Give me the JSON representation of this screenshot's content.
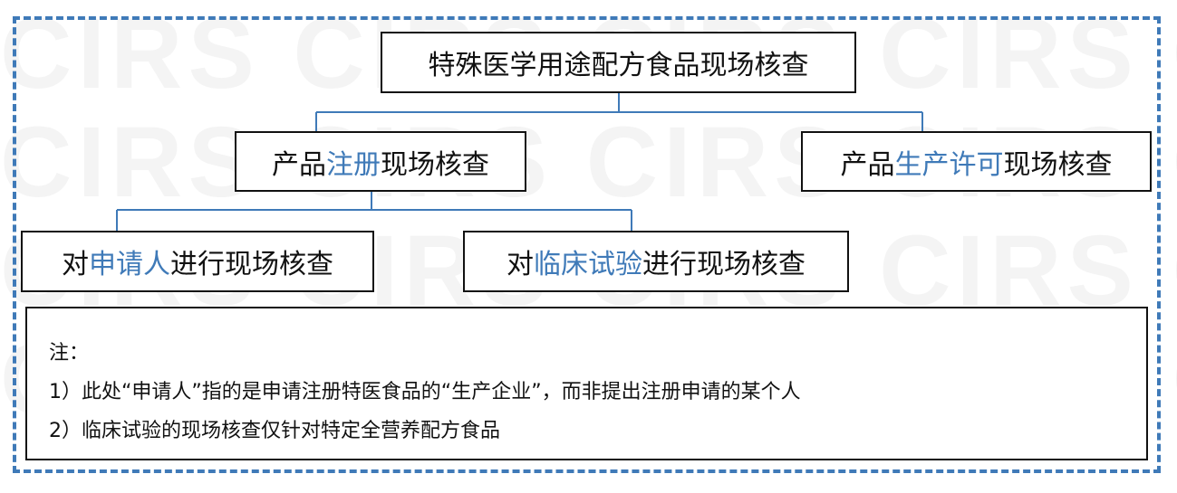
{
  "diagram": {
    "root": "特殊医学用途配方食品现场核查",
    "registration": {
      "pre": "产品",
      "hl": "注册",
      "post": "现场核查"
    },
    "production": {
      "pre": "产品",
      "hl": "生产许可",
      "post": "现场核查"
    },
    "applicant": {
      "pre": "对",
      "hl": "申请人",
      "post": "进行现场核查"
    },
    "trial": {
      "pre": "对",
      "hl": "临床试验",
      "post": "进行现场核查"
    }
  },
  "notes": {
    "title": "注：",
    "items": [
      "1）此处“申请人”指的是申请注册特医食品的“生产企业”，而非提出注册申请的某个人",
      "2）临床试验的现场核查仅针对特定全营养配方食品"
    ]
  },
  "colors": {
    "accent": "#3f7ab8",
    "border": "#111111"
  }
}
